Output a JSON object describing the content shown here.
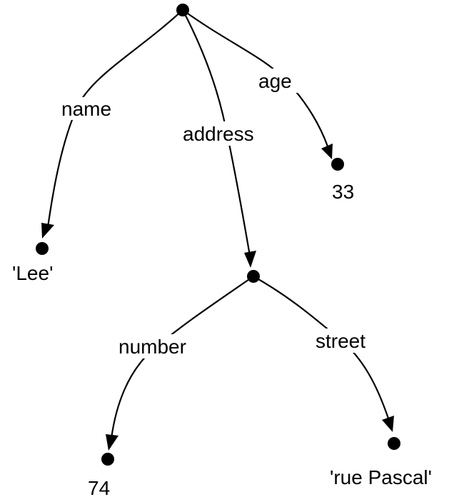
{
  "tree": {
    "nodes": {
      "root": {
        "value": ""
      },
      "name_value": {
        "value": "'Lee'"
      },
      "address_node": {
        "value": ""
      },
      "age_value": {
        "value": "33"
      },
      "number_value": {
        "value": "74"
      },
      "street_value": {
        "value": "'rue Pascal'"
      }
    },
    "edges": {
      "name": {
        "label": "name",
        "from": "root",
        "to": "name_value"
      },
      "address": {
        "label": "address",
        "from": "root",
        "to": "address_node"
      },
      "age": {
        "label": "age",
        "from": "root",
        "to": "age_value"
      },
      "number": {
        "label": "number",
        "from": "address_node",
        "to": "number_value"
      },
      "street": {
        "label": "street",
        "from": "address_node",
        "to": "street_value"
      }
    }
  },
  "colors": {
    "ink": "#000000",
    "background": "#ffffff"
  }
}
